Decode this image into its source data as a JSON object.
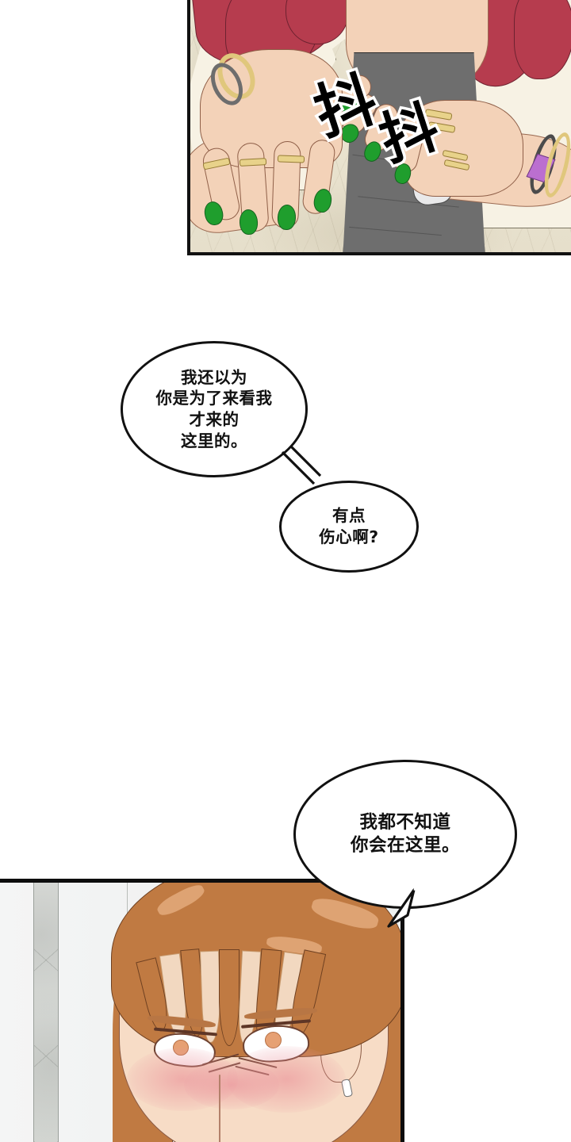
{
  "comic": {
    "title": "webtoon-page",
    "panels": [
      {
        "id": "panel-top",
        "description": "close-up of woman's hands with green nails and gold rings holding a phone",
        "sfx": {
          "char_1": "抖",
          "char_2": "抖",
          "meaning": "trembling"
        }
      },
      {
        "id": "panel-bottom",
        "description": "close-up of orange-haired girl blushing with narrowed eyes in front of a wall"
      }
    ],
    "bubbles": [
      {
        "id": "bubble-1",
        "text": "我还以为\n你是为了来看我\n才来的\n这里的。"
      },
      {
        "id": "bubble-2",
        "text": "有点\n伤心啊?"
      },
      {
        "id": "bubble-3",
        "text": "我都不知道\n你会在这里。"
      }
    ],
    "colors": {
      "page_background": "#ffffff",
      "panel_border": "#111111",
      "bubble_fill": "#ffffff",
      "bubble_stroke": "#111111",
      "text": "#111111",
      "nail_green": "#1f9e2d",
      "ring_gold": "#e8d28a",
      "hair_red": "#b63c4e",
      "hair_orange": "#c07a42",
      "skin": "#f3d2b8",
      "dress_grey": "#6e6e6e",
      "jacket_cream": "#f7f2e4",
      "blush_pink": "#e98c96",
      "wall_grey": "#dcdedb",
      "bracelet_purple": "#bb6fd0"
    }
  }
}
